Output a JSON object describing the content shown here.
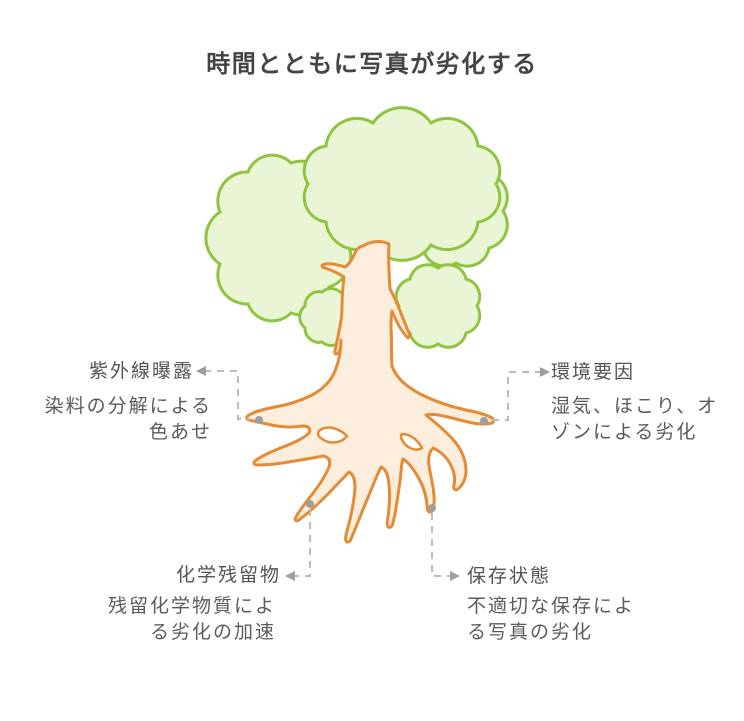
{
  "title": "時間とともに写真が劣化する",
  "callouts": {
    "uv": {
      "label": "紫外線曝露",
      "desc": "染料の分解による\n色あせ"
    },
    "env": {
      "label": "環境要因",
      "desc": "湿気、ほこり、オ\nゾンによる劣化"
    },
    "chem": {
      "label": "化学残留物",
      "desc": "残留化学物質によ\nる劣化の加速"
    },
    "storage": {
      "label": "保存状態",
      "desc": "不適切な保存によ\nる写真の劣化"
    }
  },
  "icons": {
    "callout_pointer": "triangle-arrow",
    "root_anchor": "dot"
  },
  "colors": {
    "foliage_fill": "#EAF5D6",
    "foliage_stroke": "#8EC43E",
    "trunk_fill": "#FCEDDD",
    "trunk_stroke": "#E68A35",
    "connector_line": "#BBBBBB",
    "connector_marker": "#9E9E9E",
    "title_text": "#454545",
    "label_text": "#545454",
    "desc_text": "#5B5B5B"
  }
}
